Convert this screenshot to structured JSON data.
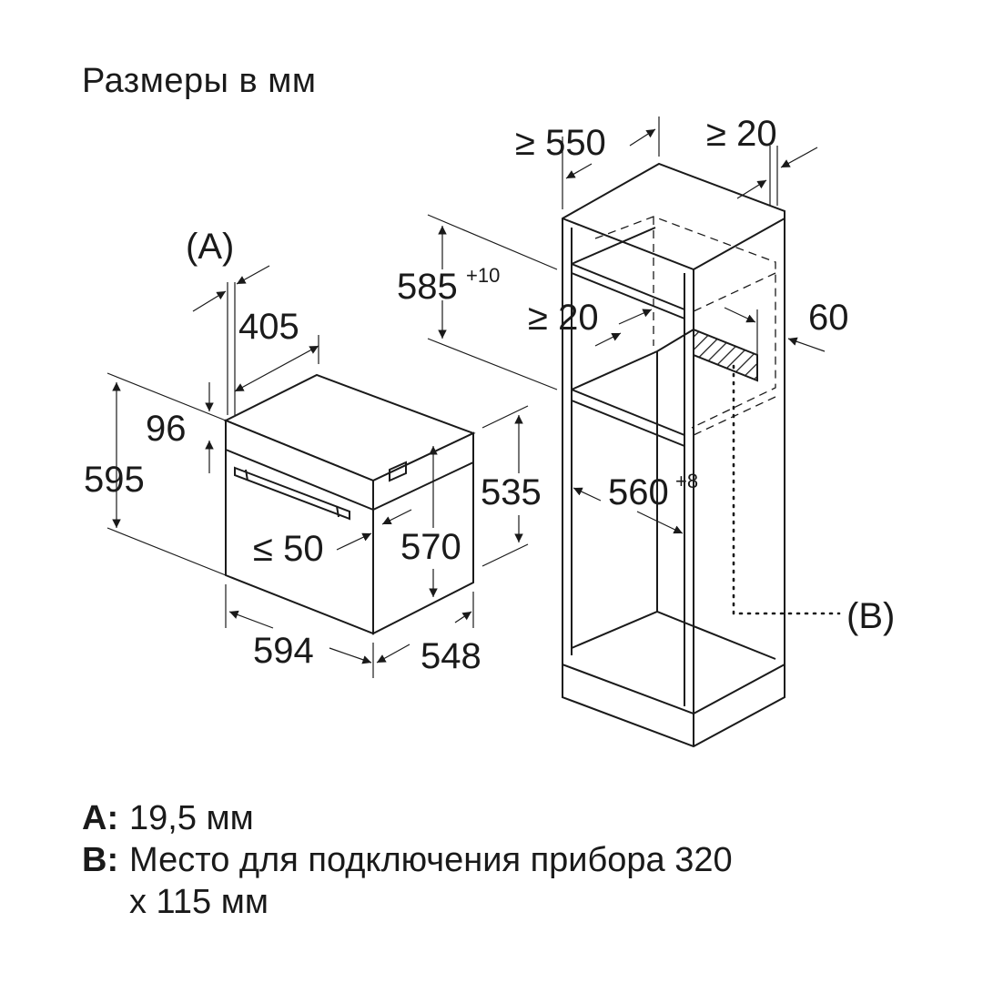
{
  "title": "Размеры в мм",
  "oven": {
    "label_a": "(A)",
    "d_405": "405",
    "d_96": "96",
    "d_595": "595",
    "d_50": "≤ 50",
    "d_570": "570",
    "d_535": "535",
    "d_594": "594",
    "d_548": "548"
  },
  "cabinet": {
    "d_550": "≥ 550",
    "d_20_top": "≥ 20",
    "d_585": "585",
    "d_585_tol": "+10",
    "d_20_mid": "≥ 20",
    "d_60": "60",
    "d_560": "560",
    "d_560_tol": "+8",
    "label_b": "(B)"
  },
  "legend": {
    "a_key": "A:",
    "a_text": "19,5 мм",
    "b_key": "B:",
    "b_text": "Место для подключения прибора 320",
    "b_text_cont": "x 115 мм"
  }
}
